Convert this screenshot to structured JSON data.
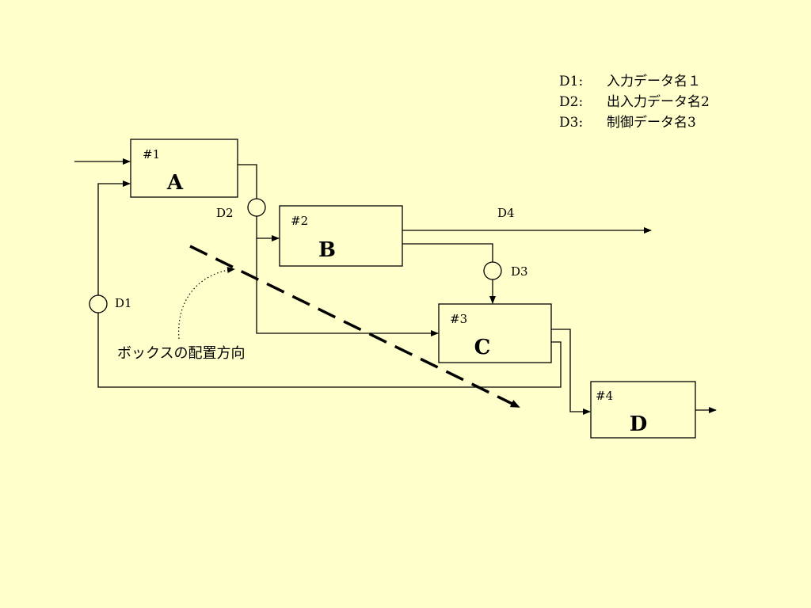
{
  "legend": [
    {
      "key": "D1:",
      "text": "入力データ名１"
    },
    {
      "key": "D2:",
      "text": "出入力データ名2"
    },
    {
      "key": "D3:",
      "text": "制御データ名3"
    }
  ],
  "boxes": [
    {
      "id": "#1",
      "label": "A"
    },
    {
      "id": "#2",
      "label": "B"
    },
    {
      "id": "#3",
      "label": "C"
    },
    {
      "id": "#4",
      "label": "D"
    }
  ],
  "flows": {
    "d1": "D1",
    "d2": "D2",
    "d3": "D3",
    "d4": "D4"
  },
  "note": "ボックスの配置方向"
}
